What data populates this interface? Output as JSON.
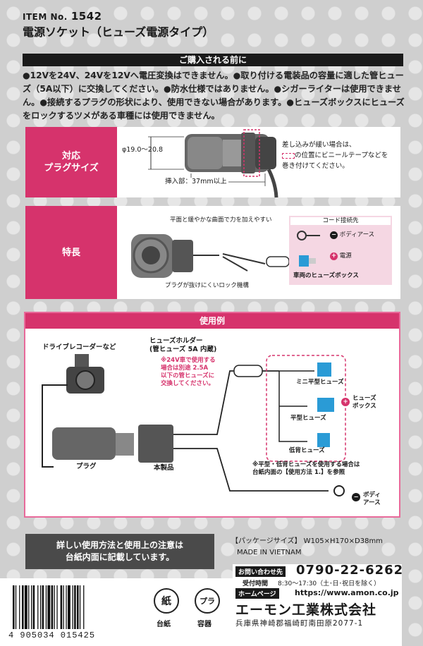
{
  "item_no": {
    "label": "ITEM No.",
    "number": "1542"
  },
  "product_name": "電源ソケット（ヒューズ電源タイプ）",
  "notice": {
    "title": "ご購入される前に",
    "text": "●12Vを24V、24Vを12Vへ電圧変換はできません。●取り付ける電装品の容量に適した管ヒューズ（5A以下）に交換してください。●防水仕様ではありません。●シガーライターは使用できません。●接続するプラグの形状により、使用できない場合があります。●ヒューズボックスにヒューズをロックするツメがある車種には使用できません。"
  },
  "plug_size": {
    "label": "対応\nプラグサイズ",
    "diameter": "φ19.0〜20.8",
    "insert": "挿入部：37mm以上",
    "note_line1": "差し込みが緩い場合は、",
    "note_line2": "の位置にビニールテープなどを",
    "note_line3": "巻き付けてください。"
  },
  "features": {
    "label": "特長",
    "curve_note": "平面と緩やかな曲面で力を加えやすい",
    "lock_note": "プラグが抜けにくいロック機構",
    "code_title": "コード接続先",
    "body_earth": "ボディアース",
    "power": "電源",
    "fuse_box": "車両のヒューズボックス"
  },
  "usage": {
    "title": "使用例",
    "recorder": "ドライブレコーダーなど",
    "fuse_holder_line1": "ヒューズホルダー",
    "fuse_holder_line2": "(管ヒューズ 5A 内蔵)",
    "warn_line1": "※24V車で使用する",
    "warn_line2": "場合は別途 2.5A",
    "warn_line3": "以下の管ヒューズに",
    "warn_line4": "交換してください。",
    "mini_fuse": "ミニ平型ヒューズ",
    "flat_fuse": "平型ヒューズ",
    "low_fuse": "低背ヒューズ",
    "fuse_box_line1": "ヒューズ",
    "fuse_box_line2": "ボックス",
    "plug": "プラグ",
    "main_unit": "本製品",
    "fuse_note_line1": "※平型・低背ヒューズを使用する場合は",
    "fuse_note_line2": "台紙内面の【使用方法 1.】を参照",
    "body_earth_line1": "ボディ",
    "body_earth_line2": "アース"
  },
  "instructions": {
    "line1": "詳しい使用方法と使用上の注意は",
    "line2": "台紙内面に記載しています。"
  },
  "package": {
    "size": "【パッケージサイズ】 W105×H170×D38mm",
    "origin": "MADE IN VIETNAM"
  },
  "contact": {
    "inquiry_label": "お問い合わせ先",
    "phone": "0790-22-6262",
    "hours_label": "受付時間",
    "hours": "8:30〜17:30（土･日･祝日を除く）",
    "hp_label": "ホームページ",
    "url": "https://www.amon.co.jp",
    "company": "エーモン工業株式会社",
    "address": "兵庫県神崎郡福崎町南田原2077-1"
  },
  "recycle": {
    "paper_mark": "紙",
    "plastic_mark": "プラ",
    "paper_label": "台紙",
    "plastic_label": "容器"
  },
  "barcode_number": "4 905034 015425",
  "colors": {
    "accent": "#d6336c",
    "dark": "#1a1a1a",
    "bg": "#cfcfcf"
  }
}
